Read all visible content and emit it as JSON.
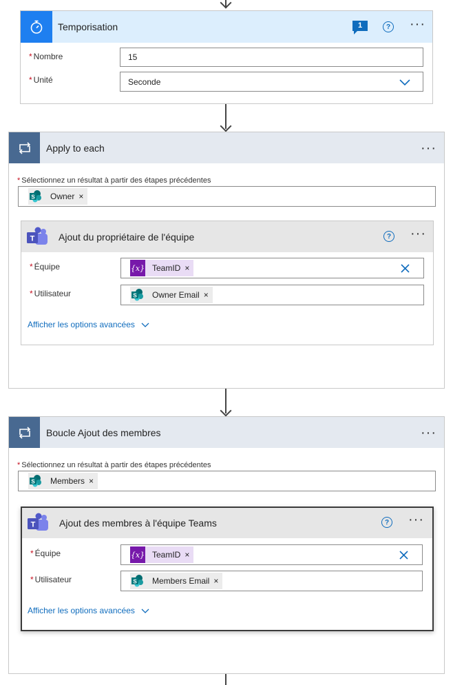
{
  "delay": {
    "title": "Temporisation",
    "comment_count": "1",
    "fields": [
      {
        "label": "Nombre",
        "required": "*",
        "value": "15"
      },
      {
        "label": "Unité",
        "required": "*",
        "value": "Seconde"
      }
    ]
  },
  "apply_each": {
    "title": "Apply to each",
    "select_label": "Sélectionnez un résultat à partir des étapes précédentes",
    "required": "*",
    "token": "Owner",
    "remove": "×",
    "action": {
      "title": "Ajout du propriétaire de l'équipe",
      "fields": [
        {
          "label": "Équipe",
          "required": "*",
          "token": "TeamID",
          "token_icon": "{x}"
        },
        {
          "label": "Utilisateur",
          "required": "*",
          "token": "Owner Email"
        }
      ],
      "advanced_link": "Afficher les options avancées"
    }
  },
  "members_loop": {
    "title": "Boucle Ajout des membres",
    "select_label": "Sélectionnez un résultat à partir des étapes précédentes",
    "required": "*",
    "token": "Members",
    "remove": "×",
    "action": {
      "title": "Ajout des membres à l'équipe Teams",
      "fields": [
        {
          "label": "Équipe",
          "required": "*",
          "token": "TeamID",
          "token_icon": "{x}"
        },
        {
          "label": "Utilisateur",
          "required": "*",
          "token": "Members Email"
        }
      ],
      "advanced_link": "Afficher les options avancées"
    }
  },
  "colors": {
    "delay_header": "#dceefd",
    "loop_header": "#e4e9f0",
    "loop_icon": "#486991",
    "action_header": "#e6e6e6",
    "teams": "#5b5fc7",
    "link": "#0f6cbd",
    "variable": "#7719aa"
  },
  "icons": {
    "delay": "stopwatch-icon",
    "loop": "loop-icon",
    "teams": "teams-icon",
    "sharepoint": "sharepoint-icon",
    "comment": "comment-icon",
    "help": "help-icon",
    "more": "more-icon",
    "chevron": "chevron-down-icon",
    "clear": "close-icon"
  }
}
